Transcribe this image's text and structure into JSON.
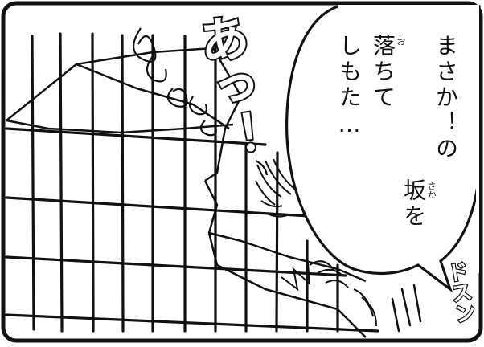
{
  "panel": {
    "shout": "あっ！",
    "speech_lines": [
      "まさか！の",
      "坂を",
      "落ちて",
      "しもた…"
    ],
    "speech": {
      "line1": "まさか！の",
      "line2_kanji": "坂",
      "line2_rest": "を",
      "line2_furigana": "さか",
      "line3_kanji": "落",
      "line3_rest": "ちて",
      "line3_furigana": "お",
      "line4": "しもた…"
    },
    "sfx": "ドスン"
  },
  "colors": {
    "ink": "#111111",
    "paper": "#ffffff"
  }
}
